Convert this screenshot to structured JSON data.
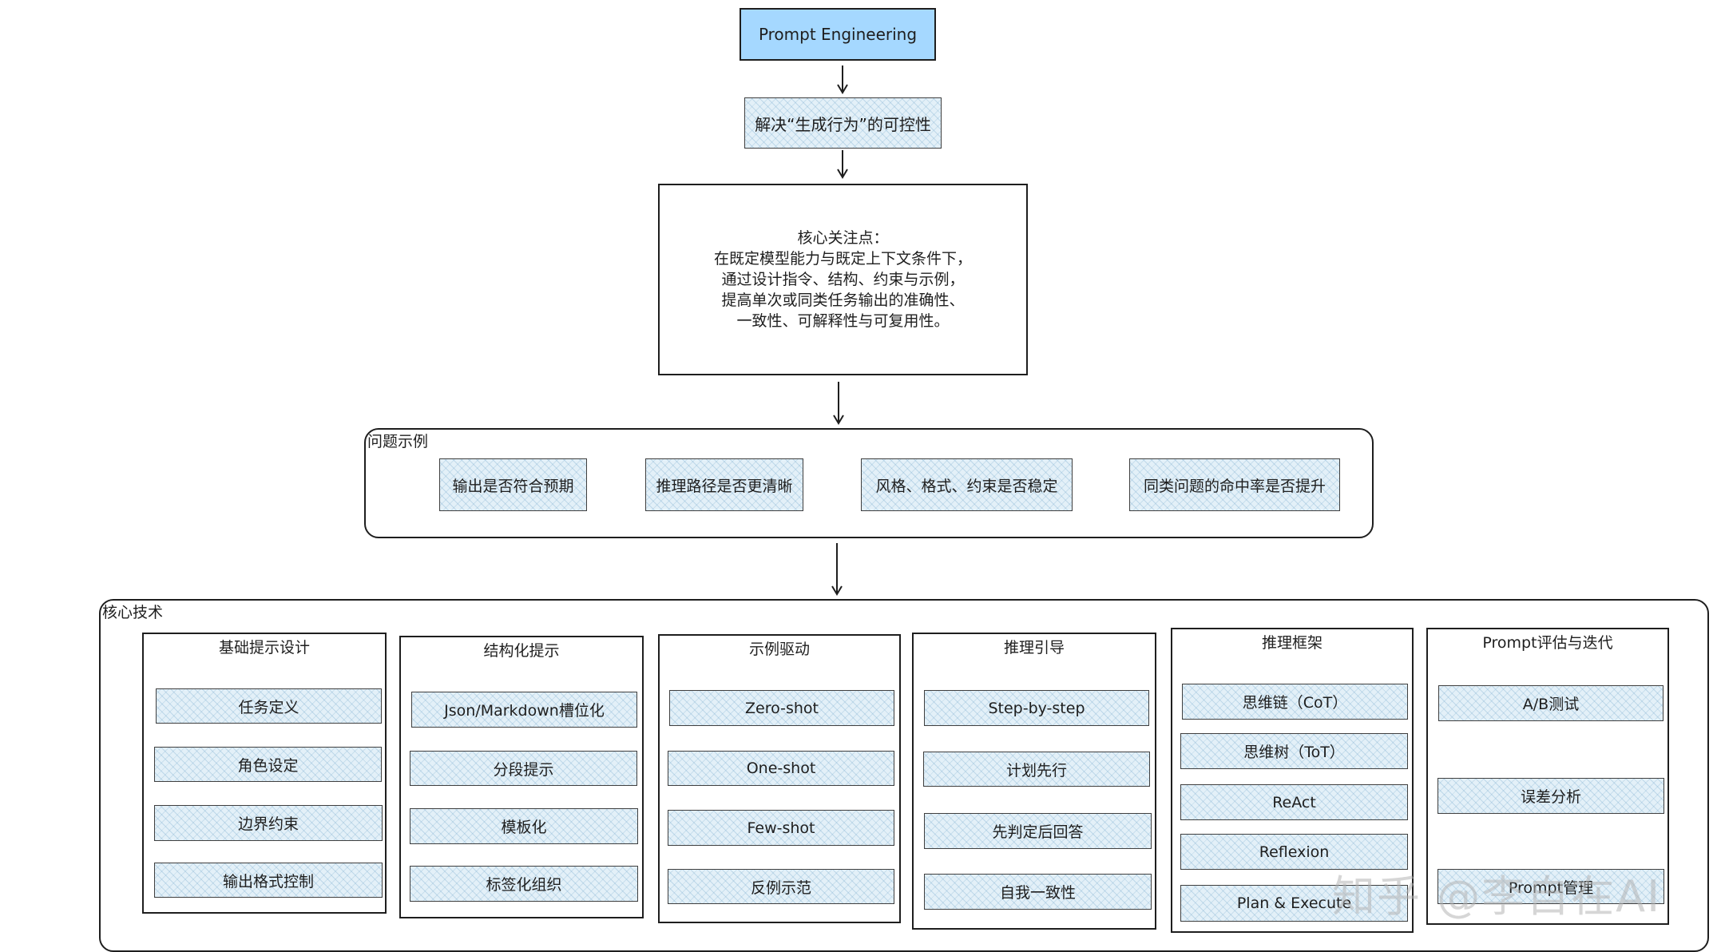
{
  "top": {
    "title": "Prompt Engineering"
  },
  "sub": {
    "text": "解决“生成行为”的可控性"
  },
  "core": {
    "text": "核心关注点：\n在既定模型能力与既定上下文条件下，\n通过设计指令、结构、约束与示例，\n提高单次或同类任务输出的准确性、\n一致性、可解释性与可复用性。"
  },
  "problems": {
    "label": "问题示例",
    "items": [
      "输出是否符合预期",
      "推理路径是否更清晰",
      "风格、格式、约束是否稳定",
      "同类问题的命中率是否提升"
    ]
  },
  "techniques": {
    "label": "核心技术",
    "columns": [
      {
        "title": "基础提示设计",
        "items": [
          "任务定义",
          "角色设定",
          "边界约束",
          "输出格式控制"
        ]
      },
      {
        "title": "结构化提示",
        "items": [
          "Json/Markdown槽位化",
          "分段提示",
          "模板化",
          "标签化组织"
        ]
      },
      {
        "title": "示例驱动",
        "items": [
          "Zero-shot",
          "One-shot",
          "Few-shot",
          "反例示范"
        ]
      },
      {
        "title": "推理引导",
        "items": [
          "Step-by-step",
          "计划先行",
          "先判定后回答",
          "自我一致性"
        ]
      },
      {
        "title": "推理框架",
        "items": [
          "思维链（CoT）",
          "思维树（ToT）",
          "ReAct",
          "Reflexion",
          "Plan & Execute"
        ]
      },
      {
        "title": "Prompt评估与迭代",
        "items": [
          "A/B测试",
          "误差分析",
          "Prompt管理"
        ]
      }
    ]
  },
  "watermark": "知乎 @李自在AI"
}
